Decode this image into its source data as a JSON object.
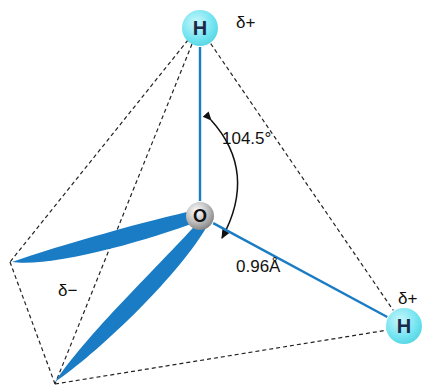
{
  "diagram": {
    "nodes": [
      {
        "text": [
          "H"
        ]
      },
      {
        "text": [
          "O"
        ]
      },
      {
        "text": [
          "H"
        ]
      }
    ],
    "edges": [
      {
        "from": 1,
        "to": 0,
        "arrow": "none"
      },
      {
        "from": 1,
        "to": 2,
        "arrow": "none"
      },
      {
        "from": 0,
        "to": 2,
        "arrow": "none"
      }
    ],
    "labels": [
      "δ+",
      "δ−",
      "δ+",
      "104.5°",
      "0.96Å"
    ]
  }
}
